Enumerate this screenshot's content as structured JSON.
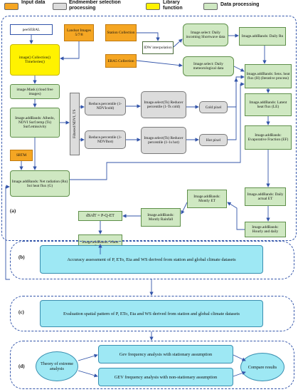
{
  "legend": {
    "input": "Input data",
    "endmember": "Endmember selection processing",
    "library": "Library function",
    "processing": "Data processing"
  },
  "colors": {
    "input": "#f5a623",
    "endmember": "#dcdcdc",
    "library": "#fff200",
    "processing": "#cfe8c2",
    "stage": "#9ee8f4",
    "dash": "#3355aa"
  },
  "nodes": {
    "peesebal": "peeSEBAL",
    "landsat": "Landsat Images 5/7/8",
    "image_collection": "image() Collection() TimeSeries()",
    "image_mask": "image.Mask (cloud free images)",
    "addbands_albedo": "Image.addBands: Albedo, NDVI Surf.temp (Ts) Surf.emissivity",
    "srtm": "SRTM",
    "net_radiation": "Image.addBands: Net radiation (Rn) Soi heat flux (G)",
    "filtered": "Filtered NDVI, TS",
    "reduce_cold": "Reduce.percentile (1-NDVIcold)",
    "reduce_hot": "Reduce.percentile (1-NDVIhot)",
    "select_cold": "Image.select(Ts) Reducer percentile (1-Ts cold)",
    "select_hot": "Image.select(Ts) Reducer percentile (1-1s hot)",
    "cold_pixel": "Cold pixel",
    "hot_pixel": "Hot pixel",
    "station": "Station Collection",
    "idw": "IDW interpolation",
    "shortwave": "Image.select: Daily incoming Shortwave data",
    "daily_rn": "Image.addBands: Daily Rn",
    "era5": "ERA5 Collection",
    "meteo": "Image.select: Daily meteorological data",
    "sens_heat": "Image.addBands: Sens. heat flux (H) (Iterative process)",
    "latent_heat": "Image.addBands: Latent heat flux (LE)",
    "evap_fraction": "Image.addBands: Evaporative Fraction (EF)",
    "daily_et": "Image.addBands: Daily actual ET",
    "hourly_daily": "Image.addBands: Hourly and daily",
    "monthly_et": "Image.addBands: Montly ET",
    "monthly_rain": "Image.addBands: Montly Rainfall",
    "water_balance": "dS/dT = P-Q-ET",
    "water_storage": "Image.addBands: Water Storage",
    "stage_b": "Accuracy assessment of P, ETo, Eta and WS derived from station and global climate datasets",
    "stage_c": "Evaluation spatial pattern of P, ETo, Eta and WS derived from station and global climate datasets",
    "theory": "Theory of extreme analysis",
    "gev_stationary": "Gev frequency analysis with stationary assumption",
    "gev_nonstationary": "GEV frequency analysis with non-stationary assumption",
    "compare": "Compare results"
  },
  "labels": {
    "a": "(a)",
    "b": "(b)",
    "c": "(c)",
    "d": "(d)"
  }
}
